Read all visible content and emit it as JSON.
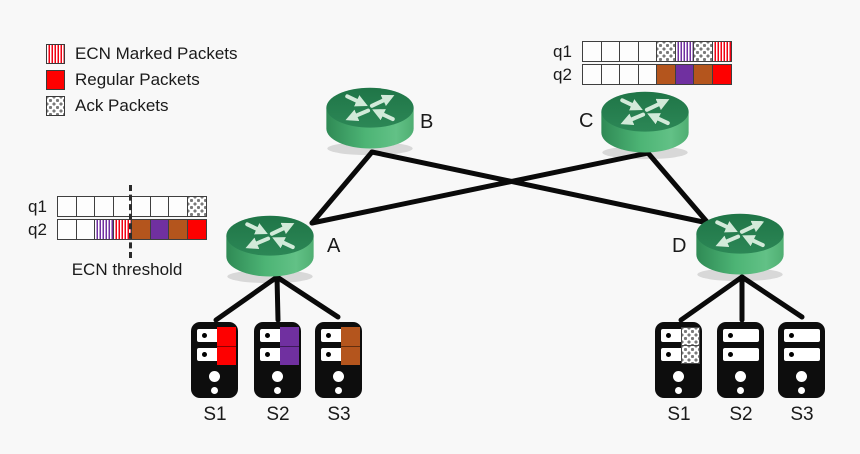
{
  "legend": {
    "items": [
      {
        "label": "ECN Marked Packets",
        "pattern": "ecn-red"
      },
      {
        "label": "Regular Packets",
        "pattern": "red"
      },
      {
        "label": "Ack Packets",
        "pattern": "ack"
      }
    ]
  },
  "colors": {
    "regular_red": "#fe0000",
    "purple": "#7030a0",
    "brown": "#b4551d",
    "router_green_dark": "#20784a",
    "router_green_light": "#55bb7c",
    "link_black": "#0a0a0a",
    "background": "#f8f8f8"
  },
  "left_queue": {
    "q1_label": "q1",
    "q2_label": "q2",
    "q1_cells": [
      "empty",
      "empty",
      "empty",
      "empty",
      "empty",
      "empty",
      "empty",
      "ack"
    ],
    "q2_cells": [
      "empty",
      "empty",
      "ecn-purple",
      "ecn-red",
      "brown",
      "purple",
      "brown",
      "red"
    ],
    "threshold_label": "ECN threshold"
  },
  "right_queue": {
    "q1_label": "q1",
    "q2_label": "q2",
    "q1_cells": [
      "empty",
      "empty",
      "empty",
      "empty",
      "ack",
      "ecn-purple",
      "ack",
      "ecn-red"
    ],
    "q2_cells": [
      "empty",
      "empty",
      "empty",
      "empty",
      "brown",
      "purple",
      "brown",
      "red"
    ]
  },
  "routers": [
    {
      "id": "B",
      "label": "B"
    },
    {
      "id": "C",
      "label": "C"
    },
    {
      "id": "A",
      "label": "A"
    },
    {
      "id": "D",
      "label": "D"
    }
  ],
  "left_servers": [
    {
      "label": "S1",
      "block": "red"
    },
    {
      "label": "S2",
      "block": "purple"
    },
    {
      "label": "S3",
      "block": "brown"
    }
  ],
  "right_servers": [
    {
      "label": "S1",
      "block": "ack"
    },
    {
      "label": "S2",
      "block": "none"
    },
    {
      "label": "S3",
      "block": "none"
    }
  ],
  "topology": {
    "edges": [
      {
        "from": "B",
        "to": "A"
      },
      {
        "from": "B",
        "to": "D"
      },
      {
        "from": "C",
        "to": "A"
      },
      {
        "from": "C",
        "to": "D"
      },
      {
        "from": "A",
        "to": "S1-left"
      },
      {
        "from": "A",
        "to": "S2-left"
      },
      {
        "from": "A",
        "to": "S3-left"
      },
      {
        "from": "D",
        "to": "S1-right"
      },
      {
        "from": "D",
        "to": "S2-right"
      },
      {
        "from": "D",
        "to": "S3-right"
      }
    ]
  }
}
